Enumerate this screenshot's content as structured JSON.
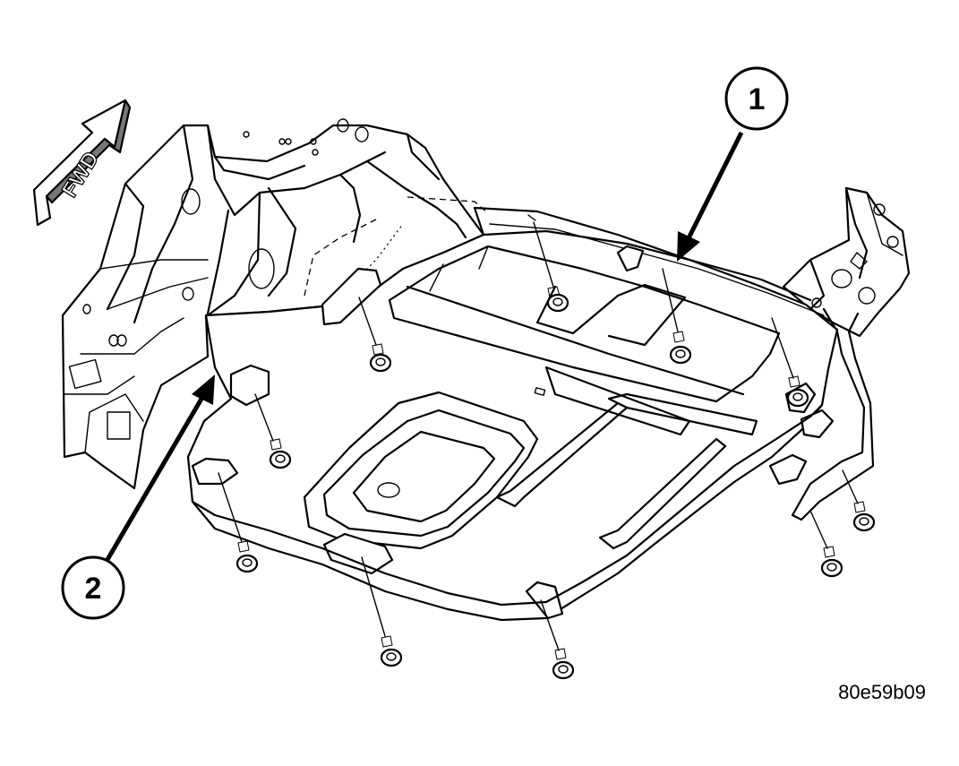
{
  "direction_arrow": {
    "label": "FWD"
  },
  "callouts": [
    {
      "number": "1"
    },
    {
      "number": "2"
    }
  ],
  "figure_id": "80e59b09"
}
